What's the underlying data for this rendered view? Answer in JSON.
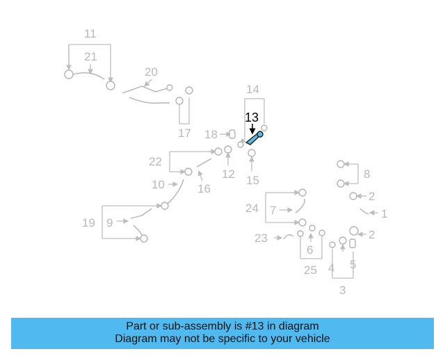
{
  "diagram": {
    "highlight_callout": "13",
    "callouts": [
      "11",
      "21",
      "20",
      "14",
      "17",
      "18",
      "12",
      "15",
      "22",
      "16",
      "10",
      "19",
      "9",
      "8",
      "2",
      "1",
      "24",
      "7",
      "23",
      "6",
      "25",
      "4",
      "5",
      "3"
    ]
  },
  "banner": {
    "line1": "Part or sub-assembly is #13 in diagram",
    "line2": "Diagram may not be specific to your vehicle"
  },
  "colors": {
    "banner_bg": "#4fb9f0",
    "highlight_part": "#5fb8df",
    "callout_gray": "#b9b9b9"
  }
}
